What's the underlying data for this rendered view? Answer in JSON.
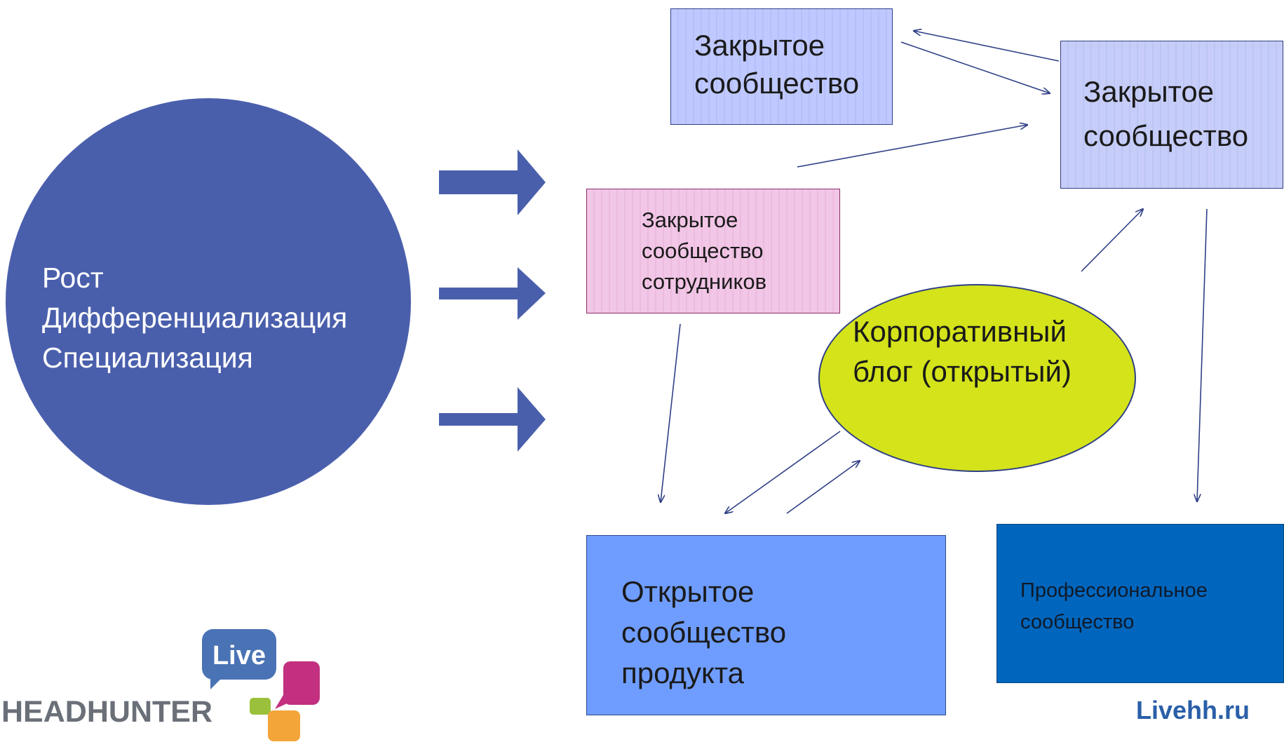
{
  "colors": {
    "circle": "#4a5fac",
    "closed_box": "#bfc9ff",
    "employees_box": "#f2c6e6",
    "blog": "#d4e31a",
    "open_box": "#6f9dff",
    "professional_box": "#0066bd",
    "arrow": "#4a5fac",
    "connector": "#2f3f86",
    "site_link": "#2a5fa8"
  },
  "circle": {
    "line1": "Рост",
    "line2": "Дифференциализация",
    "line3": "Специализация"
  },
  "closed_top": {
    "line1": "Закрытое",
    "line2": "сообщество"
  },
  "closed_right": {
    "line1": "Закрытое",
    "line2": "сообщество"
  },
  "employees": {
    "line1": "Закрытое",
    "line2": "сообщество",
    "line3": "сотрудников"
  },
  "blog": {
    "line1": "Корпоративный",
    "line2": "блог (открытый)"
  },
  "open_product": {
    "line1": "Открытое",
    "line2": "сообщество",
    "line3": "продукта"
  },
  "professional": {
    "line1": "Профессиональное",
    "line2": "сообщество"
  },
  "logo": {
    "brand": "HEADHUNTER",
    "badge": "Live"
  },
  "site": "Livehh.ru"
}
